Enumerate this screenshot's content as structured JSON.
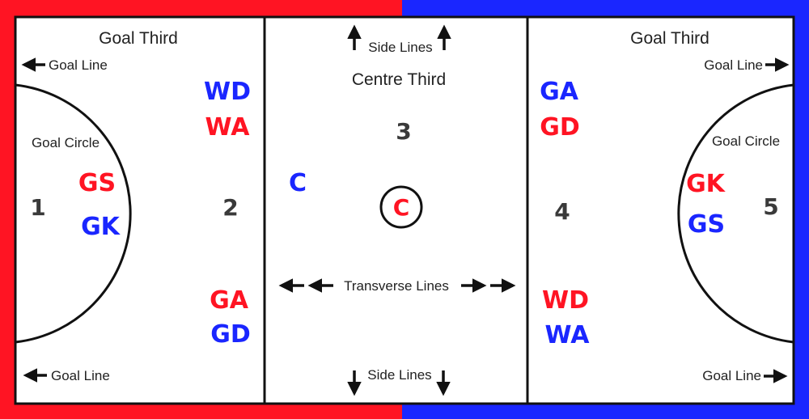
{
  "colors": {
    "red": "#ff1423",
    "blue": "#1a26ff",
    "court_line": "#111111",
    "text": "#222222",
    "number": "#3a3a3a"
  },
  "left_third": {
    "title": "Goal Third",
    "goal_line_top": "Goal Line",
    "goal_line_bottom": "Goal Line",
    "goal_circle": "Goal Circle",
    "zone_circle": "1",
    "zone_third": "2",
    "circle_positions": [
      "GS",
      "GK"
    ],
    "top_positions": [
      "WD",
      "WA"
    ],
    "bottom_positions": [
      "GA",
      "GD"
    ]
  },
  "centre_third": {
    "title": "Centre Third",
    "side_lines_top": "Side Lines",
    "side_lines_bottom": "Side Lines",
    "transverse_lines": "Transverse Lines",
    "zone": "3",
    "left_position": "C",
    "centre_position": "C"
  },
  "right_third": {
    "title": "Goal Third",
    "goal_line_top": "Goal Line",
    "goal_line_bottom": "Goal Line",
    "goal_circle": "Goal Circle",
    "zone_third": "4",
    "zone_circle": "5",
    "circle_positions": [
      "GK",
      "GS"
    ],
    "top_positions": [
      "GA",
      "GD"
    ],
    "bottom_positions": [
      "WD",
      "WA"
    ]
  }
}
